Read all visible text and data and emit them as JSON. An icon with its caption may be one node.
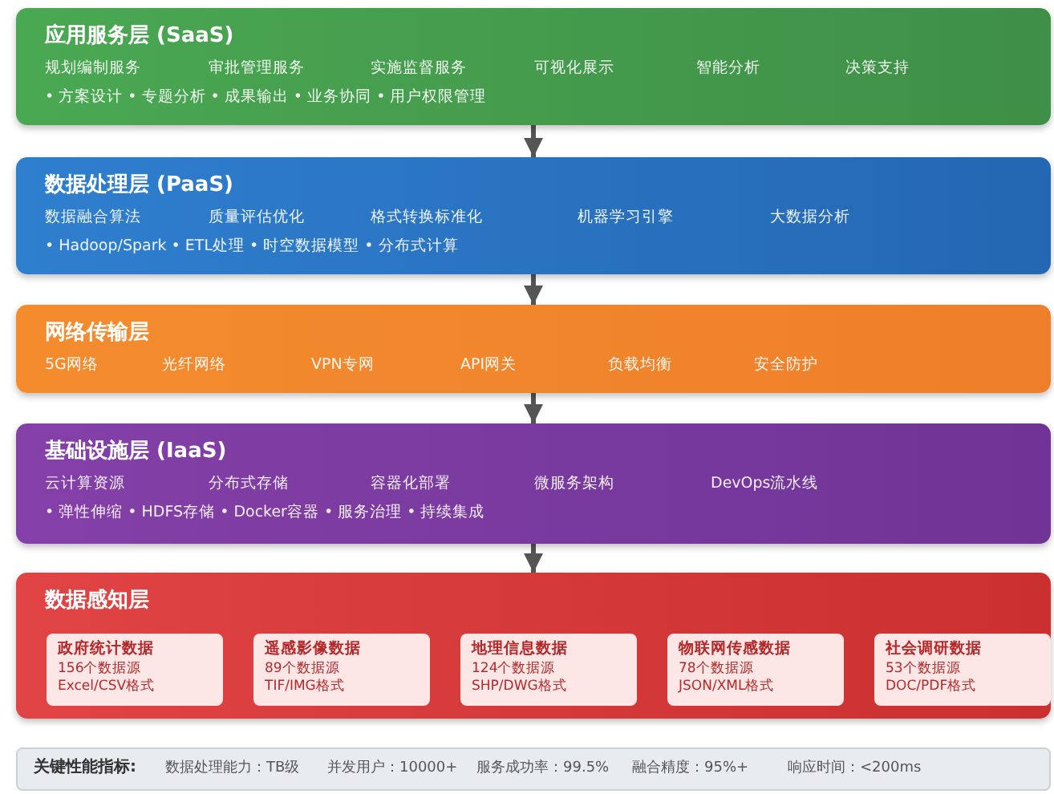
{
  "diagram": {
    "nodes": [
      {
        "text": [
          "应用服务层 (SaaS)",
          "规划编制服务",
          "审批管理服务",
          "实施监督服务",
          "可视化展示",
          "智能分析",
          "决策支持",
          "• 方案设计 • 专题分析 • 成果输出 • 业务协同 • 用户权限管理"
        ]
      },
      {
        "text": [
          "数据处理层 (PaaS)",
          "数据融合算法",
          "质量评估优化",
          "格式转换标准化",
          "机器学习引擎",
          "大数据分析",
          "• Hadoop/Spark • ETL处理 • 时空数据模型 • 分布式计算"
        ]
      },
      {
        "text": [
          "网络传输层",
          "5G网络",
          "光纤网络",
          "VPN专网",
          "API网关",
          "负载均衡",
          "安全防护"
        ]
      },
      {
        "text": [
          "基础设施层 (IaaS)",
          "云计算资源",
          "分布式存储",
          "容器化部署",
          "微服务架构",
          "DevOps流水线",
          "• 弹性伸缩 • HDFS存储 • Docker容器 • 服务治理 • 持续集成"
        ]
      },
      {
        "text": [
          "数据感知层"
        ]
      },
      {
        "in": 4,
        "text": [
          "政府统计数据",
          "156个数据源",
          "Excel/CSV格式"
        ]
      },
      {
        "in": 4,
        "text": [
          "遥感影像数据",
          "89个数据源",
          "TIF/IMG格式"
        ]
      },
      {
        "in": 4,
        "text": [
          "地理信息数据",
          "124个数据源",
          "SHP/DWG格式"
        ]
      },
      {
        "in": 4,
        "text": [
          "物联网传感数据",
          "78个数据源",
          "JSON/XML格式"
        ]
      },
      {
        "in": 4,
        "text": [
          "社会调研数据",
          "53个数据源",
          "DOC/PDF格式"
        ]
      },
      {
        "text": [
          "关键性能指标:",
          "数据处理能力：TB级",
          "并发用户：10000+",
          "服务成功率：99.5%",
          "融合精度：95%+",
          "响应时间：<200ms"
        ]
      }
    ],
    "edges": [
      {
        "from": 0,
        "to": 1,
        "arrow": "to"
      },
      {
        "from": 1,
        "to": 2,
        "arrow": "to"
      },
      {
        "from": 2,
        "to": 3,
        "arrow": "to"
      },
      {
        "from": 3,
        "to": 4,
        "arrow": "to"
      }
    ]
  }
}
